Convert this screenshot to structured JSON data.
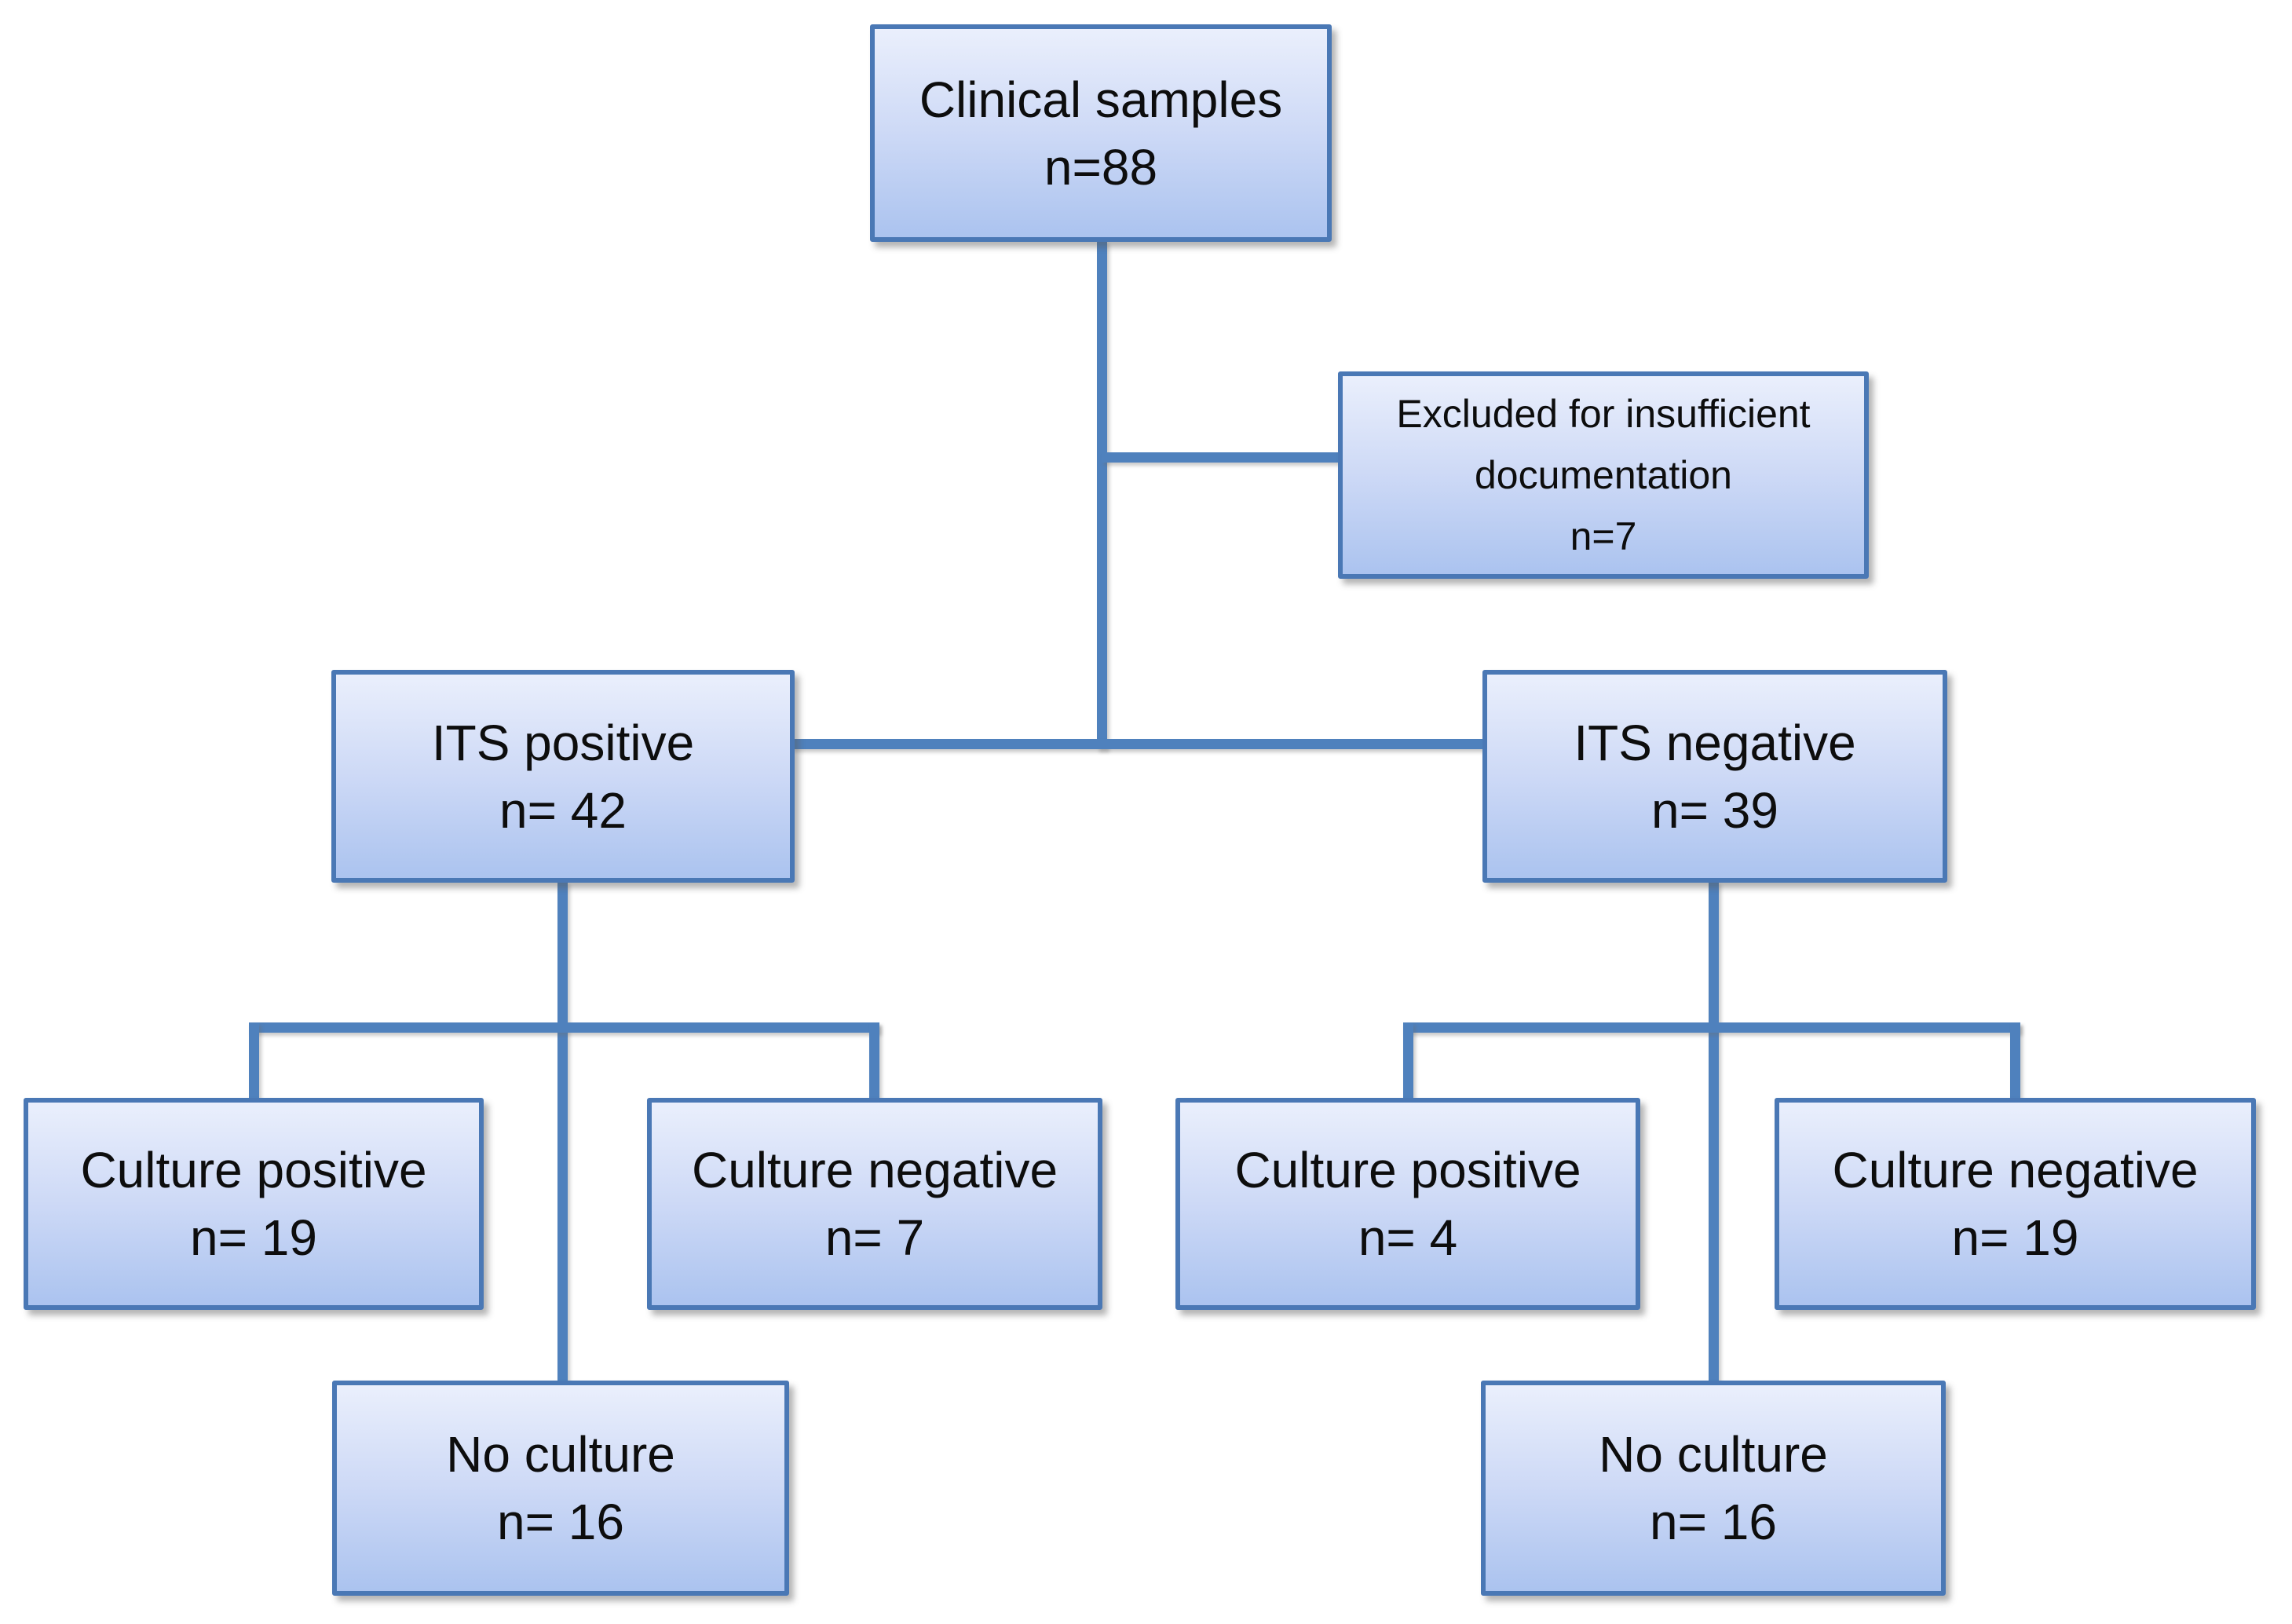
{
  "diagram": {
    "type": "flowchart",
    "colors": {
      "box_border": "#4a78b5",
      "box_fill_top": "#eaeffc",
      "box_fill_bottom": "#abc3ef",
      "connector": "#4f81bd",
      "text": "#0d0d0d",
      "background": "#ffffff"
    },
    "nodes": {
      "clinical": {
        "label": "Clinical samples",
        "count": "n=88"
      },
      "excluded": {
        "label": "Excluded for insufficient documentation",
        "count": "n=7"
      },
      "its_positive": {
        "label": "ITS positive",
        "count": "n= 42"
      },
      "its_negative": {
        "label": "ITS negative",
        "count": "n= 39"
      },
      "culture_positive_left": {
        "label": "Culture positive",
        "count": "n= 19"
      },
      "culture_negative_left": {
        "label": "Culture negative",
        "count": "n= 7"
      },
      "no_culture_left": {
        "label": "No culture",
        "count": "n= 16"
      },
      "culture_positive_right": {
        "label": "Culture positive",
        "count": "n= 4"
      },
      "culture_negative_right": {
        "label": "Culture negative",
        "count": "n= 19"
      },
      "no_culture_right": {
        "label": "No culture",
        "count": "n= 16"
      }
    },
    "edges": [
      {
        "from": "clinical",
        "to": "excluded"
      },
      {
        "from": "clinical",
        "to": "its_positive"
      },
      {
        "from": "clinical",
        "to": "its_negative"
      },
      {
        "from": "its_positive",
        "to": "culture_positive_left"
      },
      {
        "from": "its_positive",
        "to": "culture_negative_left"
      },
      {
        "from": "its_positive",
        "to": "no_culture_left"
      },
      {
        "from": "its_negative",
        "to": "culture_positive_right"
      },
      {
        "from": "its_negative",
        "to": "culture_negative_right"
      },
      {
        "from": "its_negative",
        "to": "no_culture_right"
      }
    ]
  }
}
